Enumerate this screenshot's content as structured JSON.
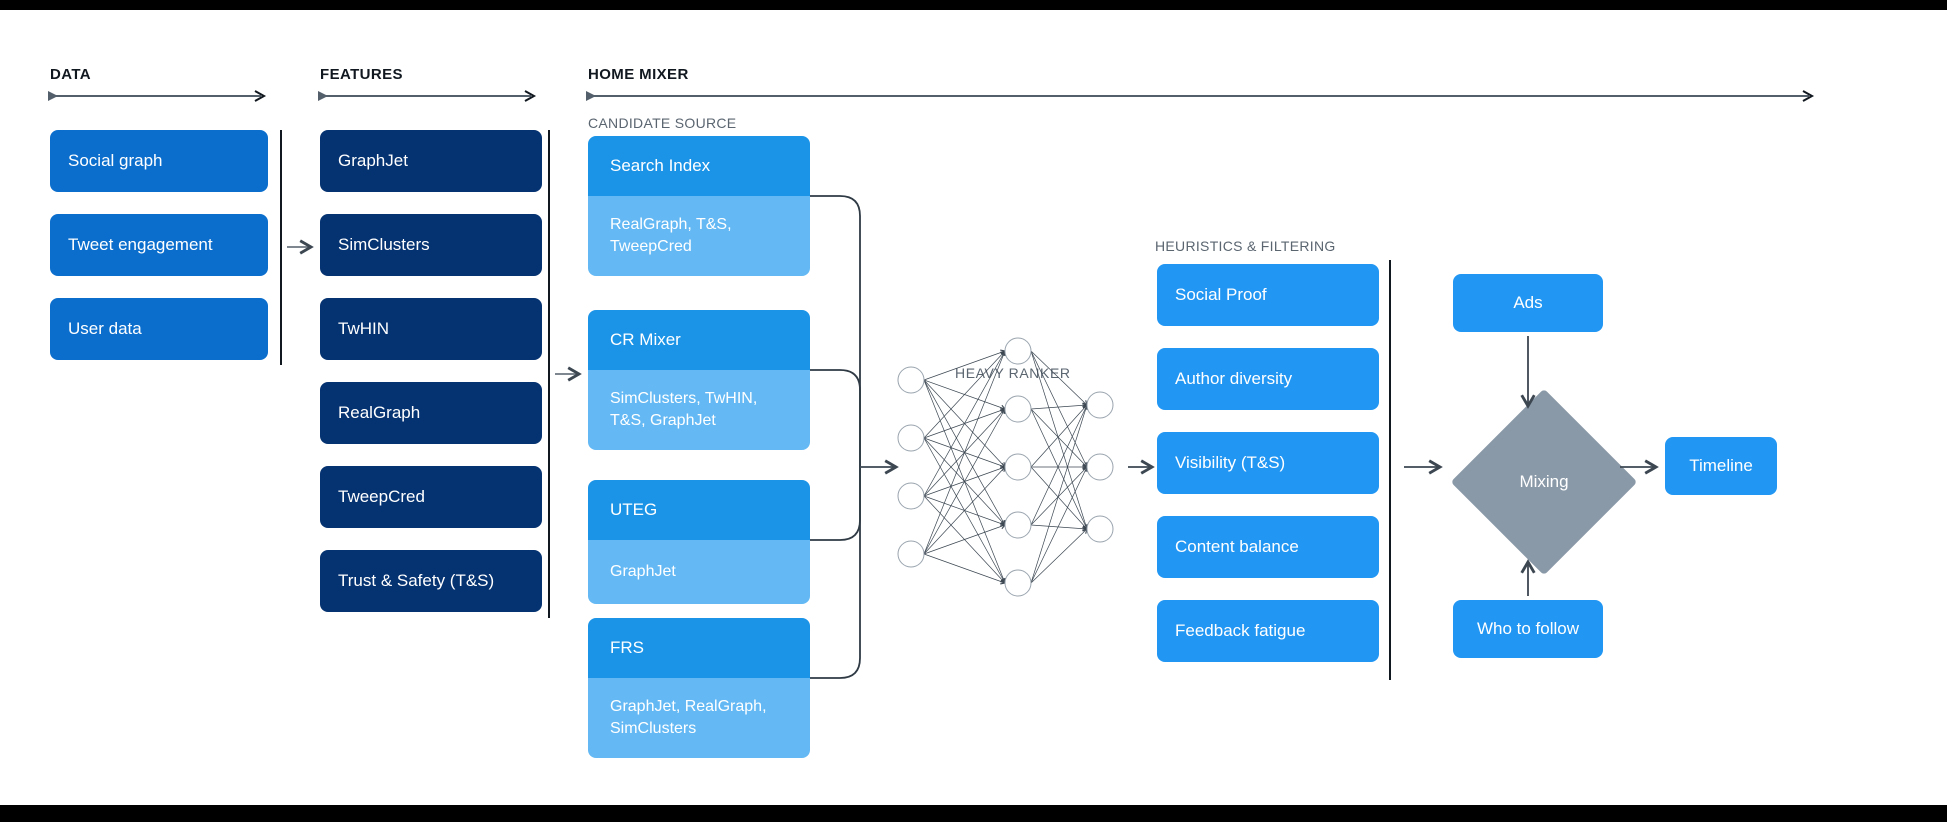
{
  "sections": {
    "data": {
      "title": "DATA"
    },
    "features": {
      "title": "FEATURES"
    },
    "home_mixer": {
      "title": "HOME MIXER"
    },
    "candidate_source": {
      "title": "CANDIDATE SOURCE"
    },
    "heavy_ranker": {
      "title": "HEAVY RANKER"
    },
    "heuristics": {
      "title": "HEURISTICS & FILTERING"
    }
  },
  "data_boxes": [
    {
      "label": "Social graph"
    },
    {
      "label": "Tweet engagement"
    },
    {
      "label": "User data"
    }
  ],
  "feature_boxes": [
    {
      "label": "GraphJet"
    },
    {
      "label": "SimClusters"
    },
    {
      "label": "TwHIN"
    },
    {
      "label": "RealGraph"
    },
    {
      "label": "TweepCred"
    },
    {
      "label": "Trust & Safety (T&S)"
    }
  ],
  "candidate_sources": [
    {
      "name": "Search Index",
      "features": "RealGraph, T&S, TweepCred"
    },
    {
      "name": "CR Mixer",
      "features": "SimClusters, TwHIN, T&S, GraphJet"
    },
    {
      "name": "UTEG",
      "features": "GraphJet"
    },
    {
      "name": "FRS",
      "features": "GraphJet, RealGraph, SimClusters"
    }
  ],
  "heuristics_boxes": [
    {
      "label": "Social Proof"
    },
    {
      "label": "Author diversity"
    },
    {
      "label": "Visibility (T&S)"
    },
    {
      "label": "Content balance"
    },
    {
      "label": "Feedback fatigue"
    }
  ],
  "outputs": {
    "ads": "Ads",
    "mixing": "Mixing",
    "who_to_follow": "Who to follow",
    "timeline": "Timeline"
  },
  "neural_net": {
    "input_nodes": 4,
    "hidden_nodes": 5,
    "output_nodes": 3
  },
  "colors": {
    "data_blue": "#0b6ecd",
    "feature_navy": "#053270",
    "candidate_head": "#1b94e8",
    "candidate_body": "#64b9f4",
    "heuristic_blue": "#2196f3",
    "mixing_gray": "#8a99a8",
    "rule_dark": "#11181f",
    "label_gray": "#5a6570"
  }
}
